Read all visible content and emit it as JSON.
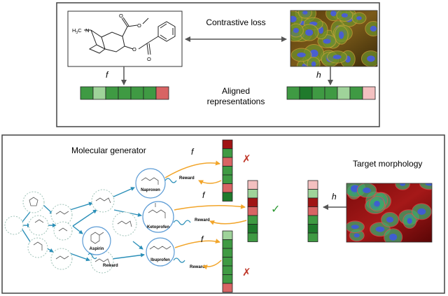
{
  "colors": {
    "frame": "#444444",
    "green_dark": "#1f7a2c",
    "green_mid": "#3f9a43",
    "green_light": "#9fd39a",
    "red_dark": "#a01414",
    "red_mid": "#d86464",
    "red_light": "#f3c0c0",
    "arrow_orange": "#f2a52a",
    "arrow_blue": "#2b8fb8",
    "check_green": "#2e9a34",
    "cross_red": "#c0392b",
    "node_blue": "#5b9bd5"
  },
  "top": {
    "contrastive_loss": "Contrastive loss",
    "aligned_line1": "Aligned",
    "aligned_line2": "representations",
    "f_label": "f",
    "h_label": "h",
    "molecule_labels": {
      "h3c": "H",
      "h3c_sub": "3",
      "h3c_c": "C",
      "n": "N",
      "o1": "O",
      "o2": "O",
      "o3": "O",
      "o4": "O"
    },
    "mol_vector": [
      "green_mid",
      "green_light",
      "green_mid",
      "green_mid",
      "green_mid",
      "green_mid",
      "red_mid"
    ],
    "cell_vector": [
      "green_mid",
      "green_dark",
      "green_mid",
      "green_mid",
      "green_light",
      "green_mid",
      "red_light"
    ]
  },
  "bottom": {
    "molecular_generator": "Molecular generator",
    "target_morphology": "Target morphology",
    "f_label": "f",
    "h_label": "h",
    "reward": "Reward",
    "naproxen": "Naproxen",
    "ketoprofen": "Ketoprofen",
    "aspirin": "Aspirin",
    "ibuprofen": "Ibuprofen",
    "check": "✓",
    "cross": "✗",
    "vec_naproxen": [
      "red_dark",
      "green_mid",
      "red_mid",
      "green_mid",
      "green_mid",
      "red_mid",
      "green_dark"
    ],
    "vec_ketoprofen": [
      "red_light",
      "green_light",
      "red_dark",
      "red_mid",
      "green_mid",
      "green_dark",
      "green_mid"
    ],
    "vec_ibuprofen": [
      "green_light",
      "green_mid",
      "green_mid",
      "green_mid",
      "green_mid",
      "green_mid",
      "red_mid"
    ],
    "vec_target": [
      "red_light",
      "green_light",
      "red_dark",
      "red_mid",
      "green_mid",
      "green_dark",
      "green_mid"
    ]
  }
}
